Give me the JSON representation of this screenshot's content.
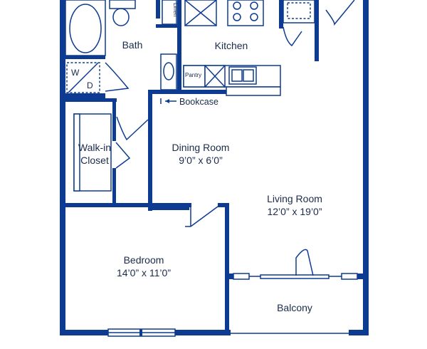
{
  "colors": {
    "wall": "#0d3b91",
    "text": "#1a2b4a",
    "background": "#ffffff"
  },
  "rooms": {
    "bath": {
      "name": "Bath"
    },
    "linen": {
      "name": "Linen"
    },
    "kitchen": {
      "name": "Kitchen"
    },
    "pantry": {
      "name": "Pantry"
    },
    "bookcase": {
      "name": "Bookcase"
    },
    "laundry": {
      "w": "W",
      "d": "D"
    },
    "walkin": {
      "line1": "Walk-in",
      "line2": "Closet"
    },
    "dining": {
      "name": "Dining Room",
      "dims": "9’0” x 6’0”"
    },
    "living": {
      "name": "Living Room",
      "dims": "12’0” x 19’0”"
    },
    "bedroom": {
      "name": "Bedroom",
      "dims": "14’0” x 11’0”"
    },
    "balcony": {
      "name": "Balcony"
    }
  }
}
